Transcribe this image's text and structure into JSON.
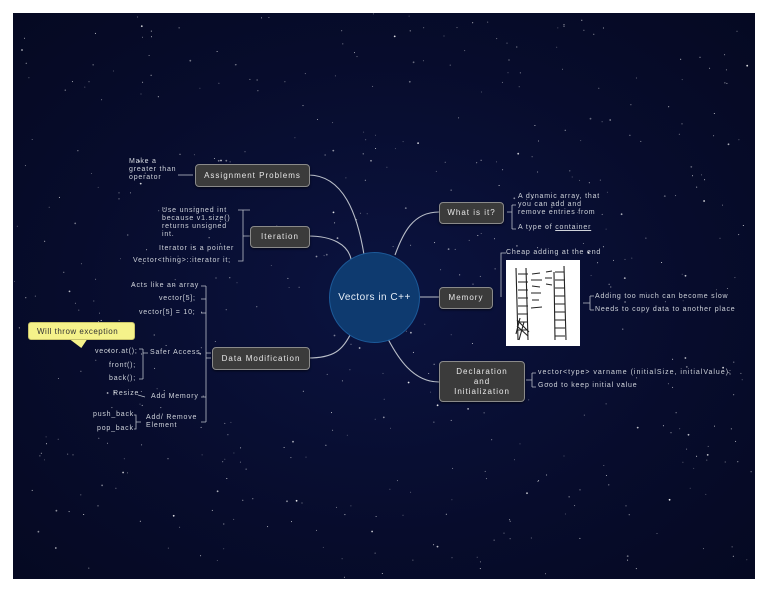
{
  "central": "Vectors in C++",
  "branches": {
    "assignment": {
      "label": "Assignment Problems",
      "leaf": "Make a\ngreater than\noperator"
    },
    "iteration": {
      "label": "Iteration",
      "leaves": [
        "Use unsigned int\nbecause v1.size()\nreturns unsigned\nint.",
        "Iterator is a pointer",
        "Vector<thing>::iterator it;"
      ]
    },
    "data_modification": {
      "label": "Data Modification",
      "acts_like": "Acts like an array",
      "vector_index": "vector[5];",
      "vector_assign": "vector[5] = 10;",
      "safer_access": "Safer Access",
      "safer_items": [
        "vector.at();",
        "front();",
        "back();"
      ],
      "add_memory": "Add Memory",
      "resize": "Resize",
      "add_remove": "Add/ Remove\nElement",
      "push_back": "push_back",
      "pop_back": "pop_back",
      "callout": "Will throw exception"
    },
    "what_is_it": {
      "label": "What is it?",
      "desc": "A dynamic array, that\nyou can add and\nremove entries from",
      "type_of_prefix": "A type of",
      "type_of_link": "container"
    },
    "memory": {
      "label": "Memory",
      "cheap": "Cheap adding at the end",
      "too_much": "Adding too much can become slow",
      "copy": "Needs to copy data to another place"
    },
    "declaration": {
      "label": "Declaration\nand\nInitialization",
      "syntax": "vector<type> varname (initialSize, initialValue);",
      "note": "Good to keep initial value"
    }
  }
}
